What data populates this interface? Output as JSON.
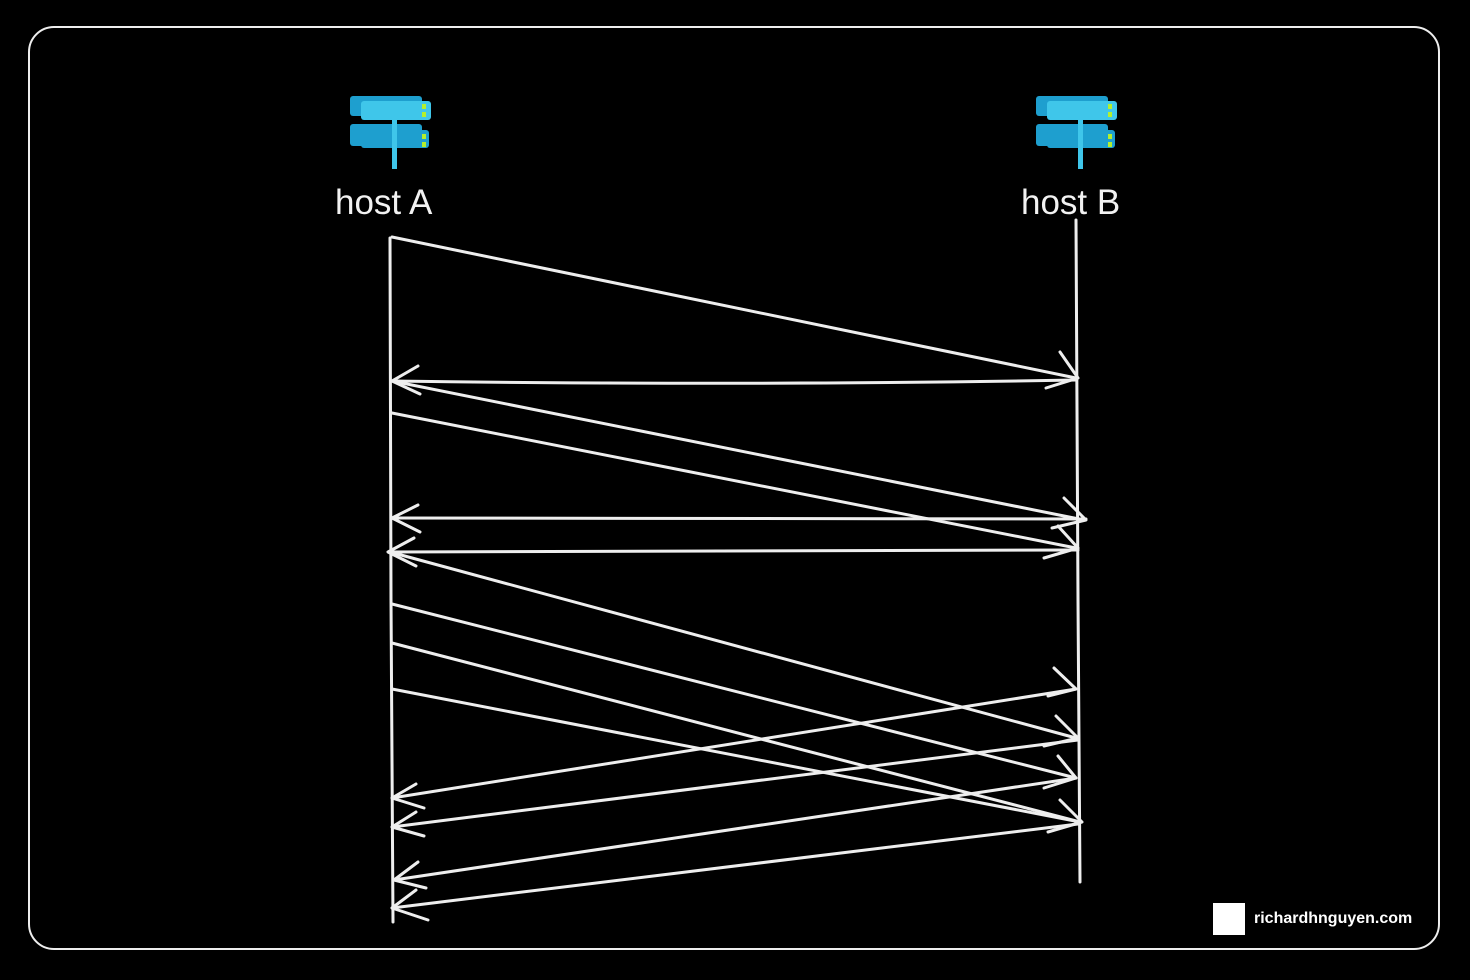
{
  "hosts": [
    {
      "label": "host A",
      "icon": "server-icon"
    },
    {
      "label": "host B",
      "icon": "server-icon"
    }
  ],
  "icon_colors": {
    "rack_light": "#3fc6ea",
    "rack_dark": "#1e9fcf",
    "led": "#b4f02d"
  },
  "line_color": "#eeeeee",
  "watermark": {
    "text": "richardhnguyen.com",
    "logo": "white-square-logo"
  }
}
